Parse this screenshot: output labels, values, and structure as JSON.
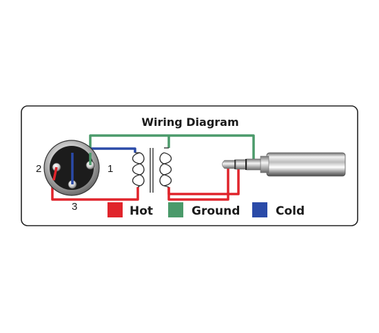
{
  "title": "Wiring Diagram",
  "pins": {
    "pin1": "1",
    "pin2": "2",
    "pin3": "3"
  },
  "legend": [
    {
      "label": "Hot",
      "color": "#e0242b"
    },
    {
      "label": "Ground",
      "color": "#4a9a6a"
    },
    {
      "label": "Cold",
      "color": "#2a4aa8"
    }
  ],
  "colors": {
    "hot": "#e0242b",
    "ground": "#4a9a6a",
    "cold": "#2a4aa8",
    "panel_border": "#222222",
    "coil": "#333333"
  },
  "icons": {
    "xlr_connector": "xlr-connector-icon",
    "transformer": "audio-transformer-icon",
    "trs_plug": "trs-plug-icon"
  }
}
